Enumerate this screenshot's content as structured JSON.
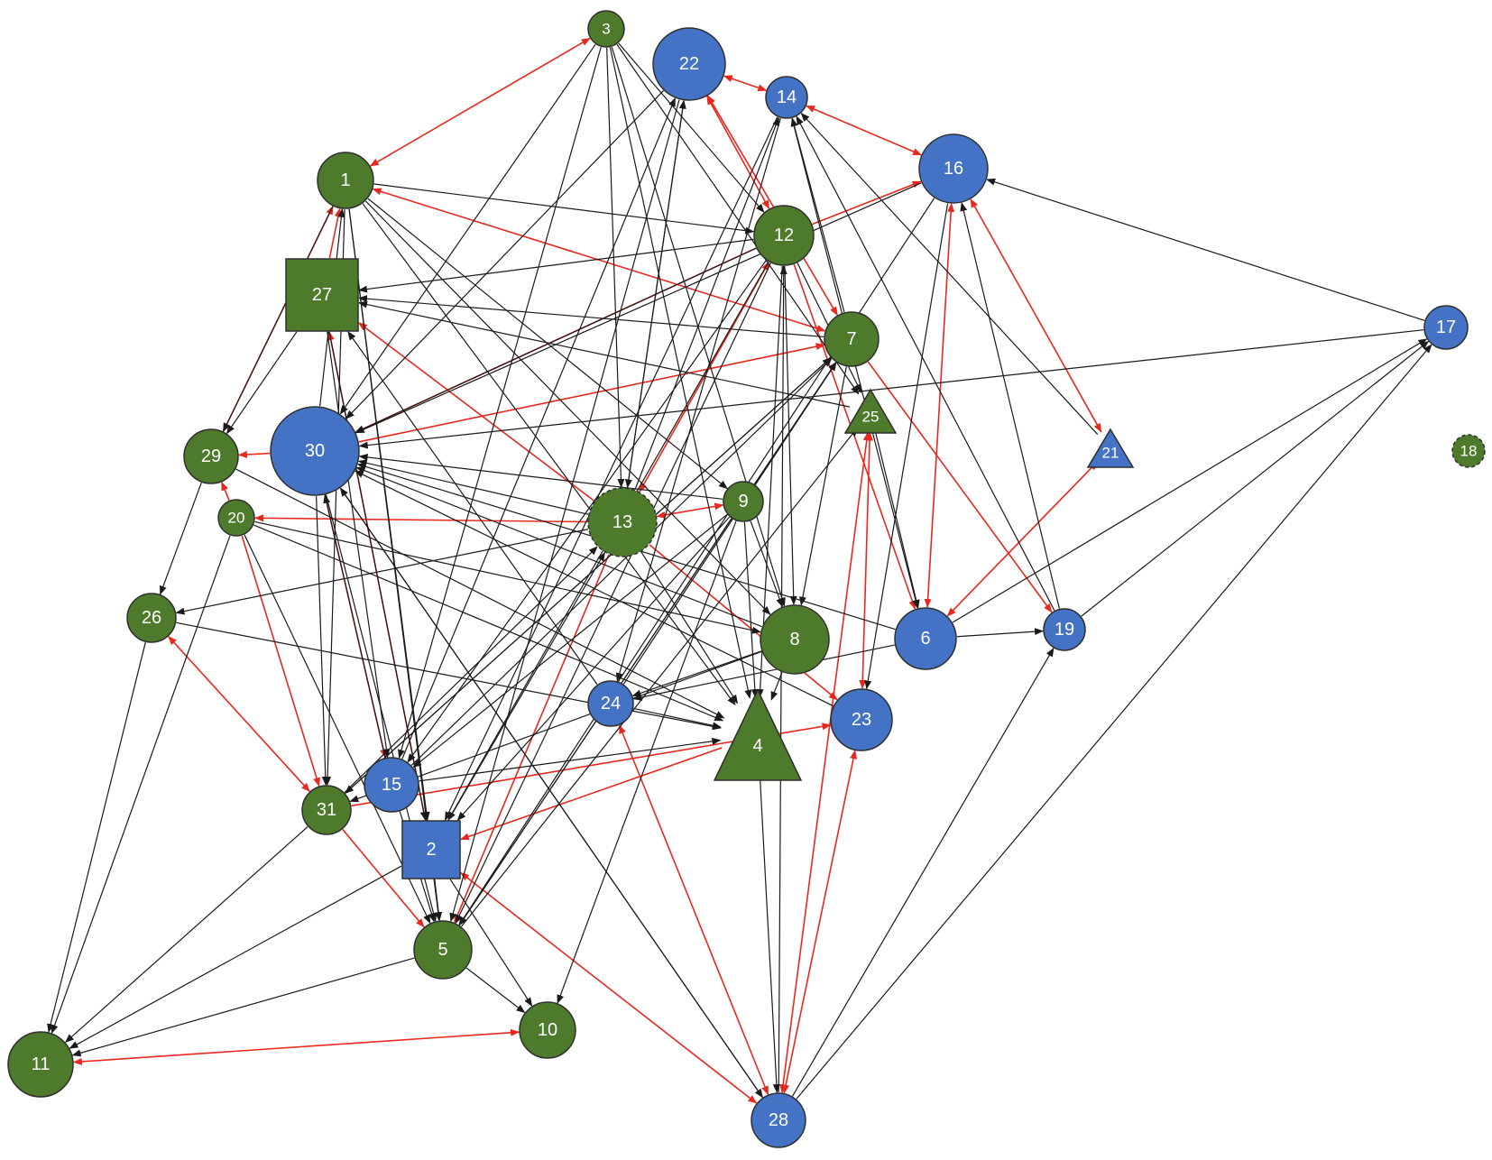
{
  "colors": {
    "green": "#4e7a2c",
    "blue": "#4472c4",
    "black_edge": "#1a1a1a",
    "red_edge": "#e8281e",
    "node_stroke": "#2f2f2f"
  },
  "nodes": [
    {
      "id": "1",
      "label": "1",
      "color": "green",
      "shape": "circle"
    },
    {
      "id": "2",
      "label": "2",
      "color": "blue",
      "shape": "square"
    },
    {
      "id": "3",
      "label": "3",
      "color": "green",
      "shape": "circle"
    },
    {
      "id": "4",
      "label": "4",
      "color": "green",
      "shape": "triangle"
    },
    {
      "id": "5",
      "label": "5",
      "color": "green",
      "shape": "circle"
    },
    {
      "id": "6",
      "label": "6",
      "color": "blue",
      "shape": "circle"
    },
    {
      "id": "7",
      "label": "7",
      "color": "green",
      "shape": "circle"
    },
    {
      "id": "8",
      "label": "8",
      "color": "green",
      "shape": "circle"
    },
    {
      "id": "9",
      "label": "9",
      "color": "green",
      "shape": "circle"
    },
    {
      "id": "10",
      "label": "10",
      "color": "green",
      "shape": "circle"
    },
    {
      "id": "11",
      "label": "11",
      "color": "green",
      "shape": "circle"
    },
    {
      "id": "12",
      "label": "12",
      "color": "green",
      "shape": "circle"
    },
    {
      "id": "13",
      "label": "13",
      "color": "green",
      "shape": "circle",
      "dashed": true
    },
    {
      "id": "14",
      "label": "14",
      "color": "blue",
      "shape": "circle"
    },
    {
      "id": "15",
      "label": "15",
      "color": "blue",
      "shape": "circle"
    },
    {
      "id": "16",
      "label": "16",
      "color": "blue",
      "shape": "circle"
    },
    {
      "id": "17",
      "label": "17",
      "color": "blue",
      "shape": "circle"
    },
    {
      "id": "18",
      "label": "18",
      "color": "green",
      "shape": "circle",
      "dashed": true
    },
    {
      "id": "19",
      "label": "19",
      "color": "blue",
      "shape": "circle"
    },
    {
      "id": "20",
      "label": "20",
      "color": "green",
      "shape": "circle"
    },
    {
      "id": "21",
      "label": "21",
      "color": "blue",
      "shape": "triangle"
    },
    {
      "id": "22",
      "label": "22",
      "color": "blue",
      "shape": "circle"
    },
    {
      "id": "23",
      "label": "23",
      "color": "blue",
      "shape": "circle"
    },
    {
      "id": "24",
      "label": "24",
      "color": "blue",
      "shape": "circle"
    },
    {
      "id": "25",
      "label": "25",
      "color": "green",
      "shape": "triangle"
    },
    {
      "id": "26",
      "label": "26",
      "color": "green",
      "shape": "circle"
    },
    {
      "id": "27",
      "label": "27",
      "color": "green",
      "shape": "square"
    },
    {
      "id": "28",
      "label": "28",
      "color": "blue",
      "shape": "circle"
    },
    {
      "id": "29",
      "label": "29",
      "color": "green",
      "shape": "circle"
    },
    {
      "id": "30",
      "label": "30",
      "color": "blue",
      "shape": "circle"
    },
    {
      "id": "31",
      "label": "31",
      "color": "green",
      "shape": "circle"
    }
  ],
  "edges": [
    {
      "from": "3",
      "to": "1",
      "type": "red",
      "bidirectional": true
    },
    {
      "from": "1",
      "to": "7",
      "type": "red",
      "bidirectional": true
    },
    {
      "from": "1",
      "to": "29",
      "type": "red",
      "bidirectional": true
    },
    {
      "from": "14",
      "to": "22",
      "type": "red",
      "bidirectional": true
    },
    {
      "from": "14",
      "to": "16",
      "type": "red",
      "bidirectional": true
    },
    {
      "from": "12",
      "to": "16",
      "type": "red"
    },
    {
      "from": "12",
      "to": "22",
      "type": "red",
      "bidirectional": true
    },
    {
      "from": "7",
      "to": "22",
      "type": "red",
      "bidirectional": true
    },
    {
      "from": "16",
      "to": "21",
      "type": "red",
      "bidirectional": true
    },
    {
      "from": "16",
      "to": "6",
      "type": "red",
      "bidirectional": true
    },
    {
      "from": "21",
      "to": "6",
      "type": "red",
      "bidirectional": true
    },
    {
      "from": "7",
      "to": "19",
      "type": "red"
    },
    {
      "from": "12",
      "to": "30",
      "type": "red"
    },
    {
      "from": "30",
      "to": "7",
      "type": "red"
    },
    {
      "from": "13",
      "to": "27",
      "type": "red"
    },
    {
      "from": "13",
      "to": "20",
      "type": "red"
    },
    {
      "from": "13",
      "to": "9",
      "type": "red",
      "bidirectional": true
    },
    {
      "from": "12",
      "to": "13",
      "type": "red",
      "bidirectional": true
    },
    {
      "from": "13",
      "to": "5",
      "type": "red"
    },
    {
      "from": "13",
      "to": "23",
      "type": "red"
    },
    {
      "from": "12",
      "to": "6",
      "type": "red"
    },
    {
      "from": "25",
      "to": "23",
      "type": "red",
      "bidirectional": true
    },
    {
      "from": "25",
      "to": "28",
      "type": "red",
      "bidirectional": true
    },
    {
      "from": "23",
      "to": "28",
      "type": "red",
      "bidirectional": true
    },
    {
      "from": "4",
      "to": "2",
      "type": "red"
    },
    {
      "from": "31",
      "to": "23",
      "type": "red"
    },
    {
      "from": "24",
      "to": "28",
      "type": "red",
      "bidirectional": true
    },
    {
      "from": "2",
      "to": "28",
      "type": "red",
      "bidirectional": true
    },
    {
      "from": "11",
      "to": "10",
      "type": "red",
      "bidirectional": true
    },
    {
      "from": "20",
      "to": "29",
      "type": "red"
    },
    {
      "from": "20",
      "to": "31",
      "type": "red"
    },
    {
      "from": "31",
      "to": "26",
      "type": "red",
      "bidirectional": true
    },
    {
      "from": "31",
      "to": "5",
      "type": "red"
    },
    {
      "from": "2",
      "to": "27",
      "type": "red"
    },
    {
      "from": "30",
      "to": "15",
      "type": "red"
    },
    {
      "from": "30",
      "to": "29",
      "type": "red"
    },
    {
      "from": "27",
      "to": "1",
      "type": "red"
    },
    {
      "from": "3",
      "to": "12",
      "type": "black"
    },
    {
      "from": "3",
      "to": "8",
      "type": "black"
    },
    {
      "from": "3",
      "to": "13",
      "type": "black"
    },
    {
      "from": "3",
      "to": "4",
      "type": "black"
    },
    {
      "from": "3",
      "to": "30",
      "type": "black"
    },
    {
      "from": "3",
      "to": "15",
      "type": "black"
    },
    {
      "from": "3",
      "to": "25",
      "type": "black"
    },
    {
      "from": "1",
      "to": "12",
      "type": "black"
    },
    {
      "from": "1",
      "to": "9",
      "type": "black"
    },
    {
      "from": "1",
      "to": "4",
      "type": "black"
    },
    {
      "from": "1",
      "to": "8",
      "type": "black"
    },
    {
      "from": "1",
      "to": "31",
      "type": "black"
    },
    {
      "from": "1",
      "to": "2",
      "type": "black"
    },
    {
      "from": "1",
      "to": "29",
      "type": "black"
    },
    {
      "from": "1",
      "to": "5",
      "type": "black"
    },
    {
      "from": "12",
      "to": "27",
      "type": "black"
    },
    {
      "from": "12",
      "to": "8",
      "type": "black"
    },
    {
      "from": "12",
      "to": "4",
      "type": "black"
    },
    {
      "from": "12",
      "to": "25",
      "type": "black"
    },
    {
      "from": "12",
      "to": "15",
      "type": "black"
    },
    {
      "from": "12",
      "to": "2",
      "type": "black"
    },
    {
      "from": "12",
      "to": "5",
      "type": "black"
    },
    {
      "from": "12",
      "to": "30",
      "type": "black"
    },
    {
      "from": "14",
      "to": "2",
      "type": "black"
    },
    {
      "from": "14",
      "to": "6",
      "type": "black"
    },
    {
      "from": "14",
      "to": "24",
      "type": "black"
    },
    {
      "from": "19",
      "to": "14",
      "type": "black"
    },
    {
      "from": "21",
      "to": "14",
      "type": "black"
    },
    {
      "from": "19",
      "to": "16",
      "type": "black"
    },
    {
      "from": "17",
      "to": "16",
      "type": "black"
    },
    {
      "from": "17",
      "to": "30",
      "type": "black"
    },
    {
      "from": "19",
      "to": "17",
      "type": "black"
    },
    {
      "from": "6",
      "to": "17",
      "type": "black"
    },
    {
      "from": "28",
      "to": "17",
      "type": "black"
    },
    {
      "from": "28",
      "to": "19",
      "type": "black"
    },
    {
      "from": "6",
      "to": "19",
      "type": "black"
    },
    {
      "from": "16",
      "to": "23",
      "type": "black"
    },
    {
      "from": "16",
      "to": "5",
      "type": "black"
    },
    {
      "from": "7",
      "to": "27",
      "type": "black"
    },
    {
      "from": "7",
      "to": "8",
      "type": "black"
    },
    {
      "from": "7",
      "to": "31",
      "type": "black"
    },
    {
      "from": "7",
      "to": "5",
      "type": "black"
    },
    {
      "from": "7",
      "to": "14",
      "type": "black"
    },
    {
      "from": "25",
      "to": "27",
      "type": "black"
    },
    {
      "from": "25",
      "to": "6",
      "type": "black"
    },
    {
      "from": "13",
      "to": "22",
      "type": "black"
    },
    {
      "from": "13",
      "to": "14",
      "type": "black"
    },
    {
      "from": "13",
      "to": "26",
      "type": "black"
    },
    {
      "from": "13",
      "to": "4",
      "type": "black"
    },
    {
      "from": "13",
      "to": "30",
      "type": "black"
    },
    {
      "from": "22",
      "to": "30",
      "type": "black"
    },
    {
      "from": "22",
      "to": "13",
      "type": "black"
    },
    {
      "from": "22",
      "to": "5",
      "type": "black"
    },
    {
      "from": "9",
      "to": "7",
      "type": "black"
    },
    {
      "from": "9",
      "to": "30",
      "type": "black"
    },
    {
      "from": "9",
      "to": "2",
      "type": "black"
    },
    {
      "from": "9",
      "to": "15",
      "type": "black"
    },
    {
      "from": "9",
      "to": "10",
      "type": "black"
    },
    {
      "from": "9",
      "to": "8",
      "type": "black"
    },
    {
      "from": "9",
      "to": "4",
      "type": "black"
    },
    {
      "from": "8",
      "to": "30",
      "type": "black"
    },
    {
      "from": "8",
      "to": "24",
      "type": "black"
    },
    {
      "from": "8",
      "to": "31",
      "type": "black"
    },
    {
      "from": "8",
      "to": "4",
      "type": "black"
    },
    {
      "from": "6",
      "to": "30",
      "type": "black"
    },
    {
      "from": "6",
      "to": "24",
      "type": "black"
    },
    {
      "from": "24",
      "to": "4",
      "type": "black"
    },
    {
      "from": "24",
      "to": "7",
      "type": "black"
    },
    {
      "from": "24",
      "to": "27",
      "type": "black"
    },
    {
      "from": "20",
      "to": "4",
      "type": "black"
    },
    {
      "from": "20",
      "to": "8",
      "type": "black"
    },
    {
      "from": "20",
      "to": "11",
      "type": "black"
    },
    {
      "from": "20",
      "to": "5",
      "type": "black"
    },
    {
      "from": "29",
      "to": "26",
      "type": "black"
    },
    {
      "from": "29",
      "to": "4",
      "type": "black"
    },
    {
      "from": "26",
      "to": "4",
      "type": "black"
    },
    {
      "from": "26",
      "to": "11",
      "type": "black"
    },
    {
      "from": "27",
      "to": "29",
      "type": "black"
    },
    {
      "from": "27",
      "to": "2",
      "type": "black"
    },
    {
      "from": "27",
      "to": "15",
      "type": "black"
    },
    {
      "from": "30",
      "to": "1",
      "type": "black"
    },
    {
      "from": "30",
      "to": "5",
      "type": "black"
    },
    {
      "from": "30",
      "to": "31",
      "type": "black"
    },
    {
      "from": "30",
      "to": "28",
      "type": "black"
    },
    {
      "from": "15",
      "to": "22",
      "type": "black"
    },
    {
      "from": "15",
      "to": "7",
      "type": "black"
    },
    {
      "from": "15",
      "to": "30",
      "type": "black"
    },
    {
      "from": "15",
      "to": "5",
      "type": "black"
    },
    {
      "from": "15",
      "to": "4",
      "type": "black"
    },
    {
      "from": "31",
      "to": "7",
      "type": "black"
    },
    {
      "from": "31",
      "to": "11",
      "type": "black"
    },
    {
      "from": "31",
      "to": "13",
      "type": "black"
    },
    {
      "from": "2",
      "to": "11",
      "type": "black"
    },
    {
      "from": "2",
      "to": "10",
      "type": "black"
    },
    {
      "from": "2",
      "to": "13",
      "type": "black"
    },
    {
      "from": "2",
      "to": "5",
      "type": "black"
    },
    {
      "from": "5",
      "to": "11",
      "type": "black"
    },
    {
      "from": "5",
      "to": "10",
      "type": "black"
    },
    {
      "from": "5",
      "to": "7",
      "type": "black"
    },
    {
      "from": "5",
      "to": "25",
      "type": "black"
    },
    {
      "from": "4",
      "to": "28",
      "type": "black"
    },
    {
      "from": "23",
      "to": "30",
      "type": "black"
    },
    {
      "from": "28",
      "to": "30",
      "type": "black"
    },
    {
      "from": "28",
      "to": "12",
      "type": "black"
    },
    {
      "from": "16",
      "to": "30",
      "type": "black"
    }
  ]
}
